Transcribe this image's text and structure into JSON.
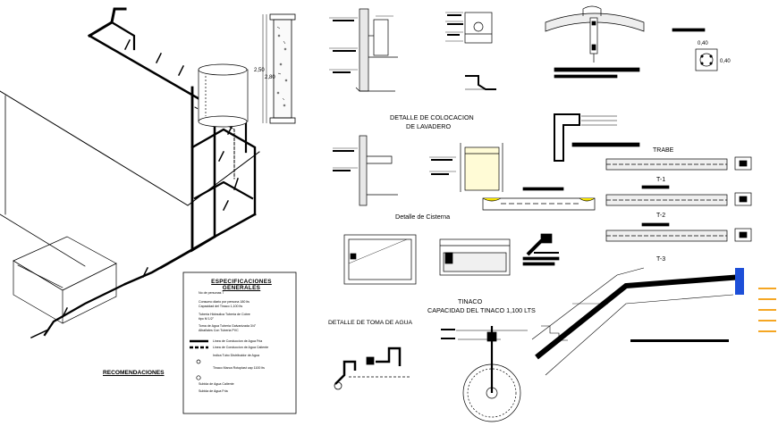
{
  "labels": {
    "detalle_colocacion_1": "DETALLE DE COLOCACION",
    "detalle_colocacion_2": "DE LAVADERO",
    "detalle_cisterna": "Detalle de Cisterna",
    "tinaco": "TINACO",
    "capacidad": "CAPACIDAD DEL TINACO 1,100 LTS",
    "detalle_toma": "DETALLE DE TOMA DE AGUA",
    "dim_250": "2,50",
    "dim_280": "2,80",
    "dim_040a": "0,40",
    "dim_040b": "0,40",
    "trabe": "TRABE",
    "t1": "T-1",
    "t2": "T-2",
    "t3": "T-3",
    "recomendaciones": "RECOMENDACIONES"
  },
  "specs": {
    "title": "ESPECIFICACIONES GENERALES",
    "lines": [
      "No de personas 7",
      "Consumo diario por persona 180 lts",
      "Capacidad del Tinaco 1,100 lts",
      "Tuberia Hidraulica Tuberia de Cobre",
      "tipo M 1/2\"",
      "Toma de Agua Tuberia Galvanizada 3/4\"",
      "Albañales Con Tuberia PVC",
      "Linea de Conduccion de Agua Fria",
      "Linea de Conduccion de Agua Caliente",
      "Indica Tubo Distribuidor de Agua",
      "Tinaco Marca Rotoplast cap 1100 lts",
      "Subida de Agua Caliente",
      "Subida de Agua Fria"
    ]
  }
}
